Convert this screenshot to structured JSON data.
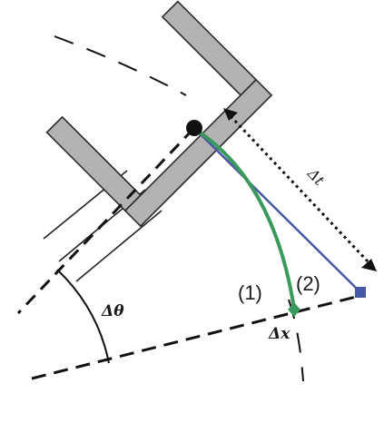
{
  "labels": {
    "path_1": "(1)",
    "path_2": "(2)",
    "delta_theta": "Δθ",
    "delta_x": "Δx",
    "delta_t": "Δt"
  },
  "colors": {
    "gripper_fill": "#b3b3b3",
    "gripper_stroke": "#2b2b2b",
    "curved_path": "#3a9a5b",
    "straight_path": "#4658a6",
    "ink": "#111111"
  }
}
